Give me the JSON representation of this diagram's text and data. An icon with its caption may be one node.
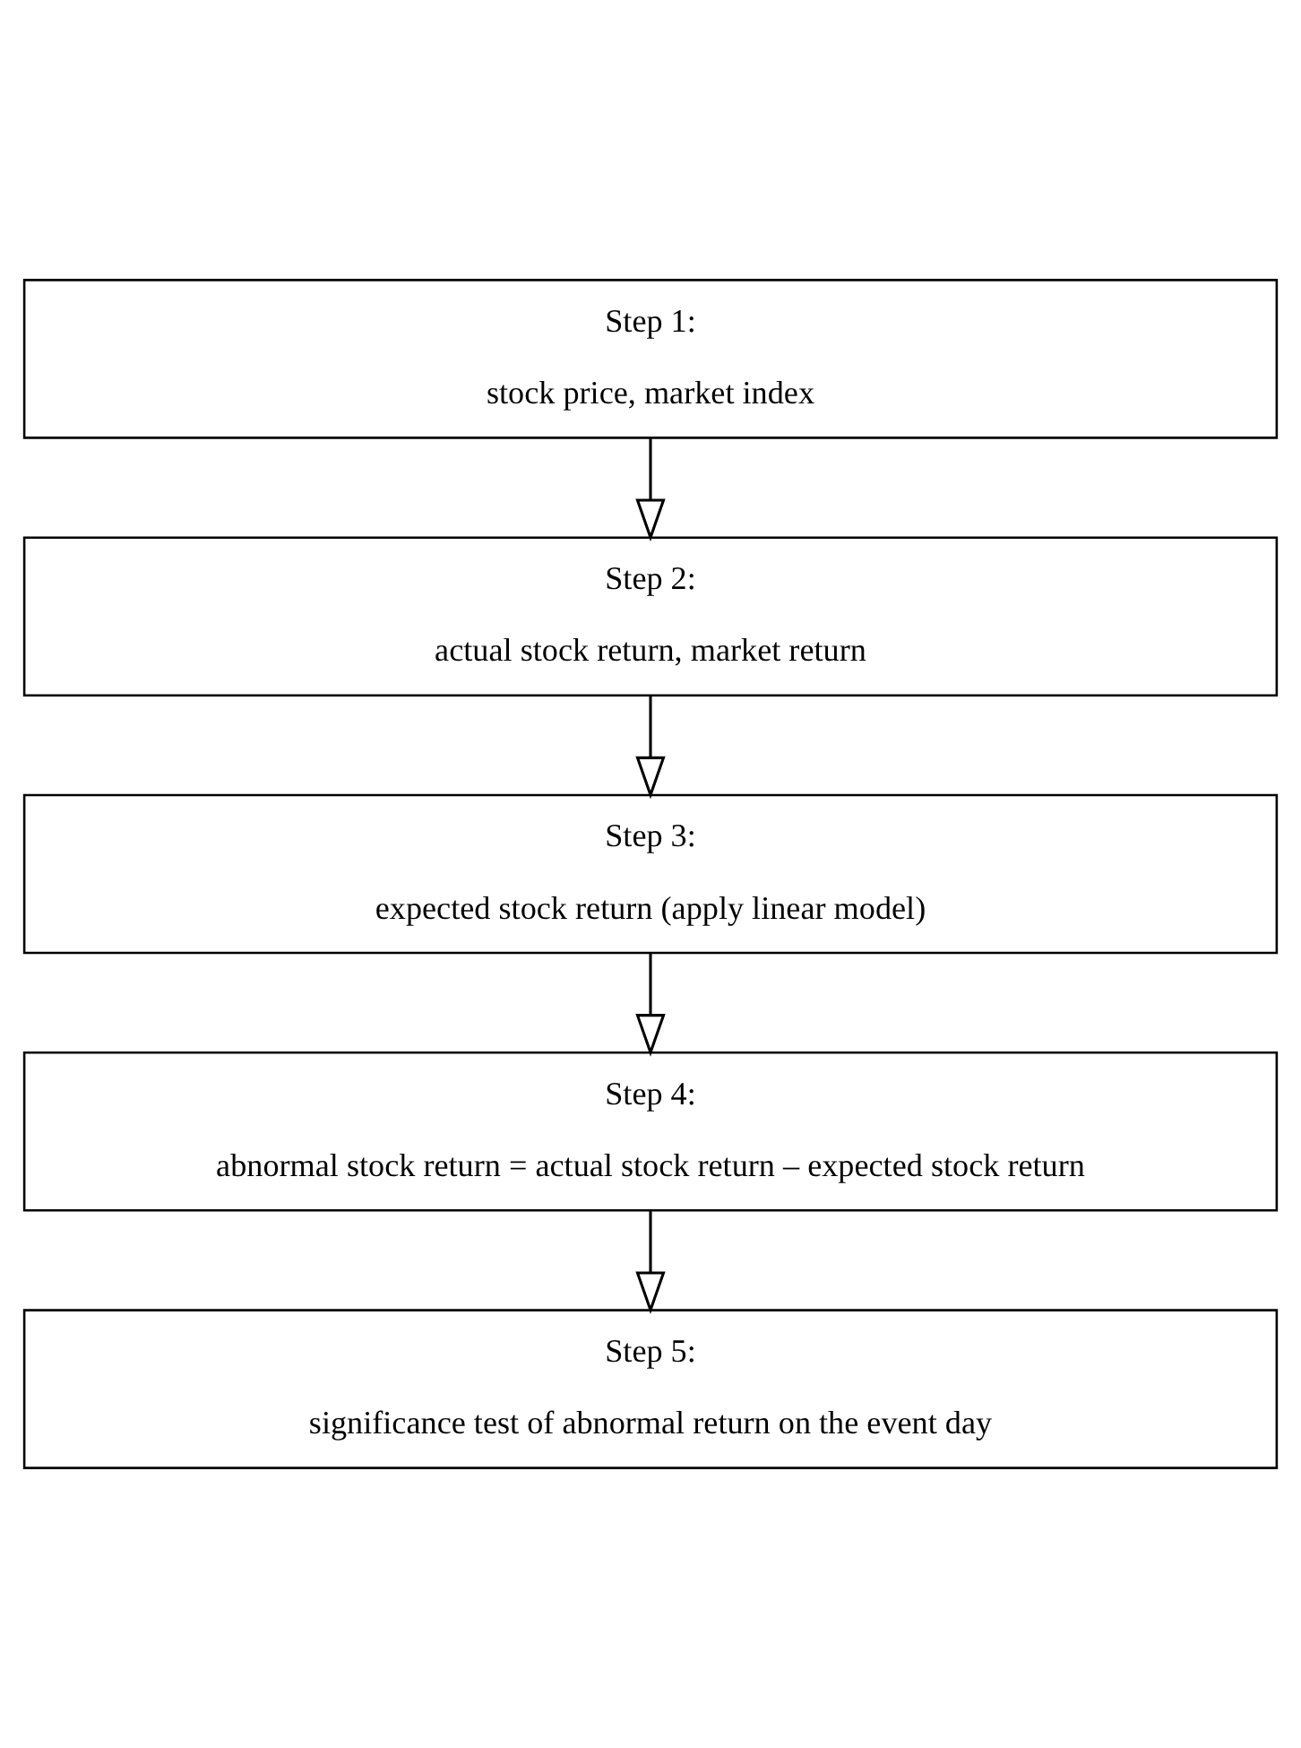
{
  "diagram": {
    "nodes": [
      {
        "text": [
          "Step 1:",
          "stock price, market index"
        ]
      },
      {
        "text": [
          "Step 2:",
          "actual stock return, market return"
        ]
      },
      {
        "text": [
          "Step 3:",
          "expected stock return (apply linear model)"
        ]
      },
      {
        "text": [
          "Step 4:",
          "abnormal stock return = actual stock return – expected stock return"
        ]
      },
      {
        "text": [
          "Step 5:",
          "significance test of abnormal return on the event day"
        ]
      }
    ],
    "edges": [
      {
        "from": 0,
        "to": 1,
        "arrow": "to"
      },
      {
        "from": 1,
        "to": 2,
        "arrow": "to"
      },
      {
        "from": 2,
        "to": 3,
        "arrow": "to"
      },
      {
        "from": 3,
        "to": 4,
        "arrow": "to"
      }
    ]
  }
}
